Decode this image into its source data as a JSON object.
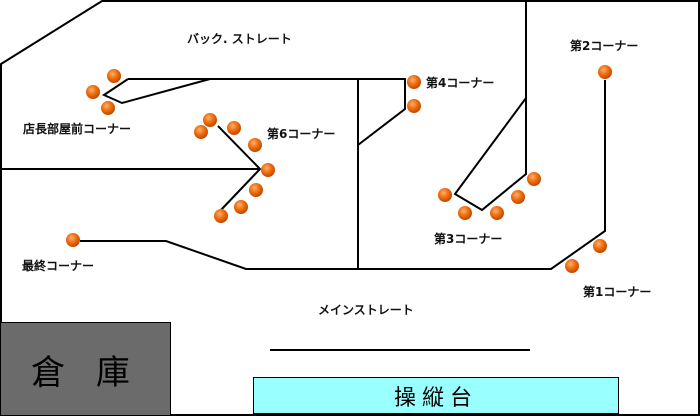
{
  "labels": {
    "back_straight": "バック. ストレート",
    "manager_corner": "店長部屋前コーナー",
    "corner6": "第6コーナー",
    "corner4": "第4コーナー",
    "corner2": "第2コーナー",
    "corner3": "第3コーナー",
    "corner1": "第1コーナー",
    "final_corner": "最終コーナー",
    "main_straight": "メインストレート"
  },
  "warehouse": "倉 庫",
  "console": "操縦台",
  "colors": {
    "dot": "#f07010",
    "warehouse": "#6b6b6b",
    "console": "#99ffff"
  }
}
